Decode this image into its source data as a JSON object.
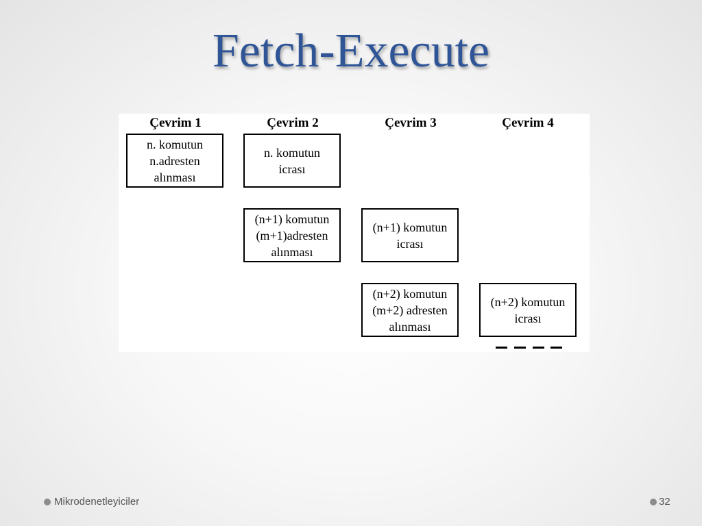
{
  "slide": {
    "title": "Fetch-Execute"
  },
  "diagram": {
    "columns": [
      "Çevrim 1",
      "Çevrim 2",
      "Çevrim 3",
      "Çevrim 4"
    ],
    "steps": [
      {
        "column": 1,
        "row": 1,
        "text": "n. komutun\nn.adresten\nalınması"
      },
      {
        "column": 2,
        "row": 1,
        "text": "n. komutun\nicrası"
      },
      {
        "column": 2,
        "row": 2,
        "text": "(n+1) komutun\n(m+1)adresten\nalınması"
      },
      {
        "column": 3,
        "row": 2,
        "text": "(n+1) komutun\nicrası"
      },
      {
        "column": 3,
        "row": 3,
        "text": "(n+2) komutun\n(m+2) adresten\nalınması"
      },
      {
        "column": 4,
        "row": 3,
        "text": "(n+2) komutun\nicrası"
      }
    ]
  },
  "footer": {
    "left_text": "Mikrodenetleyiciler",
    "page_number": "32"
  }
}
